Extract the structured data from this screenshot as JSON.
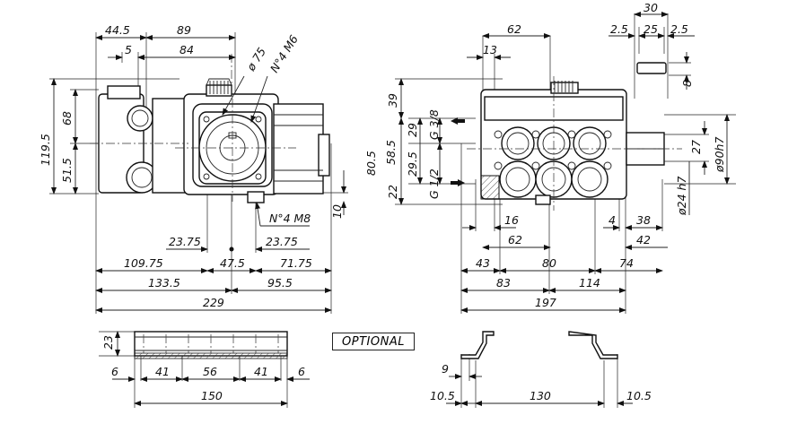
{
  "drawing": {
    "optional_label": "OPTIONAL",
    "side_view": {
      "top_dims": [
        "44.5",
        "89",
        "5",
        "84"
      ],
      "callouts": [
        "ø 75",
        "N°4 M6",
        "N°4 M8"
      ],
      "left_dims": [
        "119.5",
        "68",
        "51.5"
      ],
      "right_dims": [
        "10"
      ],
      "bottom_dims": [
        "23.75",
        "23.75",
        "109.75",
        "47.5",
        "71.75",
        "133.5",
        "95.5",
        "229"
      ]
    },
    "front_view": {
      "top_dims": [
        "62",
        "13",
        "30",
        "2.5",
        "25",
        "2.5",
        "8"
      ],
      "left_dims": [
        "39",
        "80.5",
        "58.5",
        "29",
        "29.5",
        "22"
      ],
      "port_labels": [
        "G 3/8",
        "G 1/2"
      ],
      "right_dims": [
        "27",
        "ø90h7",
        "ø24 h7"
      ],
      "bottom_dims": [
        "16",
        "4",
        "38",
        "62",
        "42",
        "43",
        "80",
        "74",
        "83",
        "114",
        "197"
      ]
    },
    "bracket_view": {
      "left_dims": [
        "23"
      ],
      "bottom_dims": [
        "6",
        "41",
        "56",
        "41",
        "6",
        "150"
      ]
    },
    "bracket_profile": {
      "dims": [
        "9",
        "10.5",
        "130",
        "10.5"
      ]
    }
  }
}
